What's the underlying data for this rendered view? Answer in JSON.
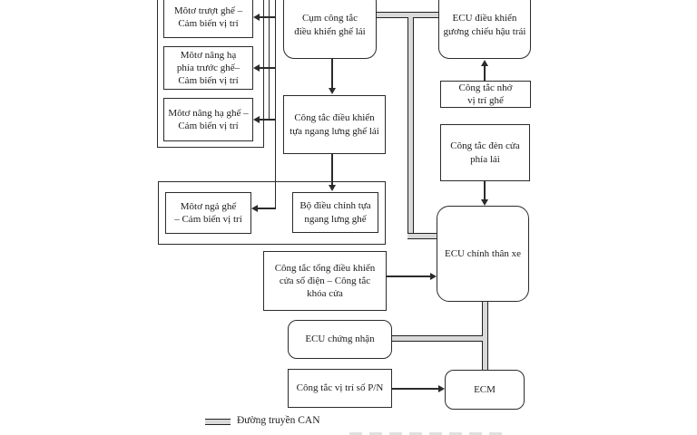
{
  "diagram_title": "Seat / body ECU CAN network block diagram (Vietnamese)",
  "nodes": {
    "motor_slide": {
      "lines": [
        "Môtơ trượt ghế –",
        "Cảm biến vị trí"
      ]
    },
    "motor_front_lift": {
      "lines": [
        "Môtơ nâng hạ",
        "phía trước ghế–",
        "Cảm biến vị trí"
      ]
    },
    "motor_lift": {
      "lines": [
        "Môtơ nâng hạ ghế –",
        "Cảm biến vị trí"
      ]
    },
    "motor_recline": {
      "lines": [
        "Môtơ ngả ghế",
        "– Cảm biến vị trí"
      ]
    },
    "seat_switch_cluster": {
      "lines": [
        "Cụm công tắc",
        "điều khiển ghế lái"
      ]
    },
    "lumbar_switch": {
      "lines": [
        "Công tắc điều khiển",
        "tựa ngang lưng ghế lái"
      ]
    },
    "lumbar_adjuster": {
      "lines": [
        "Bộ điều chỉnh tựa",
        "ngang lưng ghế"
      ]
    },
    "mirror_ecu": {
      "lines": [
        "ECU điều khiển",
        "gương chiếu hậu trái"
      ]
    },
    "memory_switch": {
      "lines": [
        "Công tắc nhớ",
        "vị trí ghế"
      ]
    },
    "door_light_switch": {
      "lines": [
        "Công tắc đèn cửa",
        "phía lái"
      ]
    },
    "main_body_ecu": {
      "lines": [
        "ECU chính thân xe"
      ]
    },
    "power_window_switch": {
      "lines": [
        "Công tắc tổng điều khiển",
        "cửa sổ điện – Công tắc",
        "khóa cửa"
      ]
    },
    "certification_ecu": {
      "lines": [
        "ECU chứng nhận"
      ]
    },
    "pn_position_switch": {
      "lines": [
        "Công tắc vị trí số P/N"
      ]
    },
    "ecm": {
      "lines": [
        "ECM"
      ]
    }
  },
  "legend": {
    "can_label": "Đường truyền CAN"
  },
  "colors": {
    "line": "#2b2b2b",
    "can_fill": "#d9d9d9",
    "background": "#ffffff",
    "text": "#1c1c1c"
  }
}
